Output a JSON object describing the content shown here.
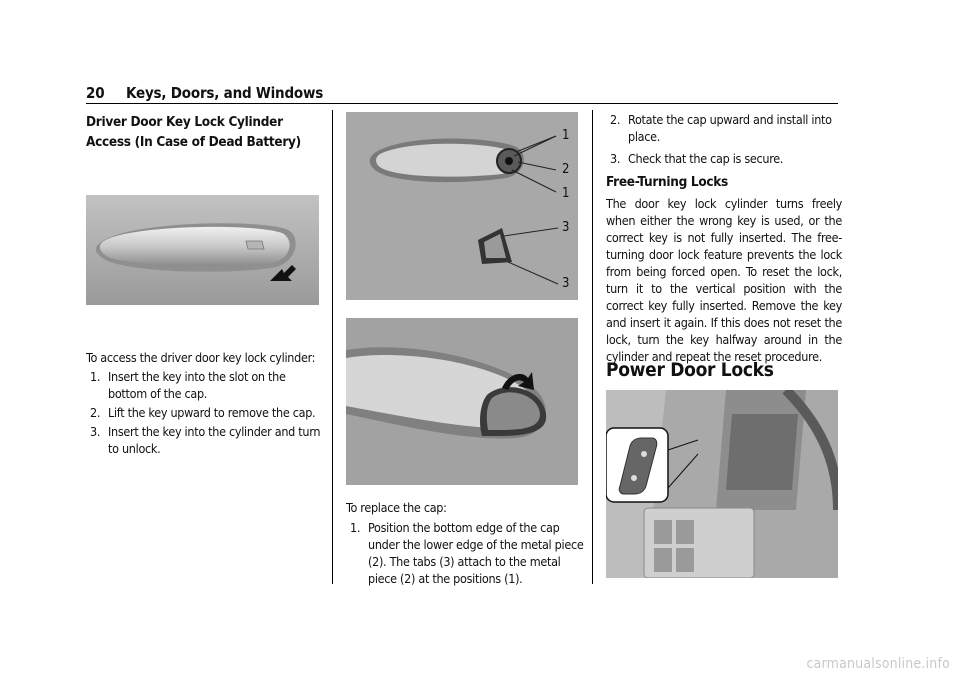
{
  "header": {
    "page_number": "20",
    "section_title": "Keys, Doors, and Windows"
  },
  "col1": {
    "heading": "Driver Door Key Lock Cylinder Access (In Case of Dead Battery)",
    "intro": "To access the driver door key lock cylinder:",
    "steps": [
      "Insert the key into the slot on the bottom of the cap.",
      "Lift the key upward to remove the cap.",
      "Insert the key into the cylinder and turn to unlock."
    ]
  },
  "col2": {
    "callouts": [
      "1",
      "2",
      "1",
      "3",
      "3"
    ],
    "replace_intro": "To replace the cap:",
    "replace_steps": [
      "Position the bottom edge of the cap under the lower edge of the metal piece (2). The tabs (3) attach to the metal piece (2) at the positions (1)."
    ]
  },
  "col3": {
    "steps": [
      "Rotate the cap upward and install into place.",
      "Check that the cap is secure."
    ],
    "step_numbers": [
      "2.",
      "3."
    ],
    "free_heading": "Free-Turning Locks",
    "free_body": "The door key lock cylinder turns freely when either the wrong key is used, or the correct key is not fully inserted. The free-turning door lock feature prevents the lock from being forced open. To reset the lock, turn it to the vertical position with the correct key fully inserted. Remove the key and insert it again. If this does not reset the lock, turn the key halfway around in the cylinder and repeat the reset procedure.",
    "power_heading": "Power Door Locks"
  },
  "watermark": "carmanualsonline.info",
  "colors": {
    "figure_gray": "#a9a9a9",
    "figure_dark": "#7d7d7d",
    "text": "#111111"
  }
}
